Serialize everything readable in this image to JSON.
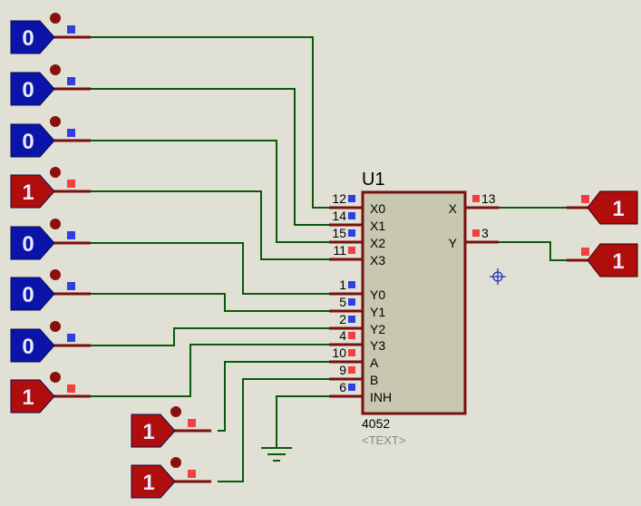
{
  "colors": {
    "background": "#e1e0d4",
    "wire": "#0a5a0a",
    "pin": "#7a0f0f",
    "low": "#0a14a8",
    "high": "#b00d0d",
    "chip": "#c8c8b0"
  },
  "sources": [
    {
      "value": "0",
      "state": "low"
    },
    {
      "value": "0",
      "state": "low"
    },
    {
      "value": "0",
      "state": "low"
    },
    {
      "value": "1",
      "state": "high"
    },
    {
      "value": "0",
      "state": "low"
    },
    {
      "value": "0",
      "state": "low"
    },
    {
      "value": "0",
      "state": "low"
    },
    {
      "value": "1",
      "state": "high"
    },
    {
      "value": "1",
      "state": "high"
    },
    {
      "value": "1",
      "state": "high"
    }
  ],
  "chip": {
    "ref": "U1",
    "part": "4052",
    "text": "<TEXT>",
    "left_pins": [
      {
        "num": "12",
        "name": "X0",
        "state": "low"
      },
      {
        "num": "14",
        "name": "X1",
        "state": "low"
      },
      {
        "num": "15",
        "name": "X2",
        "state": "low"
      },
      {
        "num": "11",
        "name": "X3",
        "state": "high"
      },
      {
        "num": "1",
        "name": "Y0",
        "state": "low"
      },
      {
        "num": "5",
        "name": "Y1",
        "state": "low"
      },
      {
        "num": "2",
        "name": "Y2",
        "state": "low"
      },
      {
        "num": "4",
        "name": "Y3",
        "state": "high"
      },
      {
        "num": "10",
        "name": "A",
        "state": "high"
      },
      {
        "num": "9",
        "name": "B",
        "state": "high"
      },
      {
        "num": "6",
        "name": "INH",
        "state": "low"
      }
    ],
    "right_pins": [
      {
        "num": "13",
        "name": "X",
        "state": "high"
      },
      {
        "num": "3",
        "name": "Y",
        "state": "high"
      }
    ]
  },
  "outputs": [
    {
      "value": "1",
      "state": "high"
    },
    {
      "value": "1",
      "state": "high"
    }
  ]
}
